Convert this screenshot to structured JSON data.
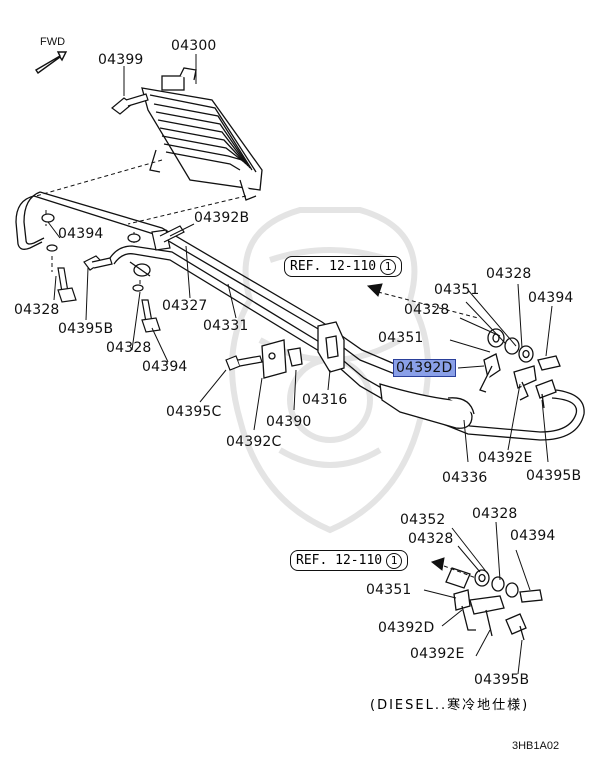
{
  "fwd_label": "FWD",
  "figure_code": "3HB1A02",
  "ref_label": "REF. 12-110",
  "ref_circle": "1",
  "diesel_note": "(DIESEL..寒冷地仕様)",
  "highlight_color": "#8aa0e8",
  "parts": {
    "p04300": "04300",
    "p04399": "04399",
    "p04392B": "04392B",
    "p04394_a": "04394",
    "p04328_a": "04328",
    "p04395B_a": "04395B",
    "p04328_b": "04328",
    "p04394_b": "04394",
    "p04327": "04327",
    "p04331": "04331",
    "p04395C": "04395C",
    "p04392C": "04392C",
    "p04390": "04390",
    "p04316": "04316",
    "p04336": "04336",
    "p04351_a": "04351",
    "p04328_c": "04328",
    "p04351_b": "04351",
    "p04328_d": "04328",
    "p04394_c": "04394",
    "p04392D": "04392D",
    "p04392E_a": "04392E",
    "p04395B_b": "04395B",
    "p04352": "04352",
    "p04328_e": "04328",
    "p04328_f": "04328",
    "p04394_d": "04394",
    "p04351_c": "04351",
    "p04392D_b": "04392D",
    "p04392E_b": "04392E",
    "p04395B_c": "04395B"
  }
}
